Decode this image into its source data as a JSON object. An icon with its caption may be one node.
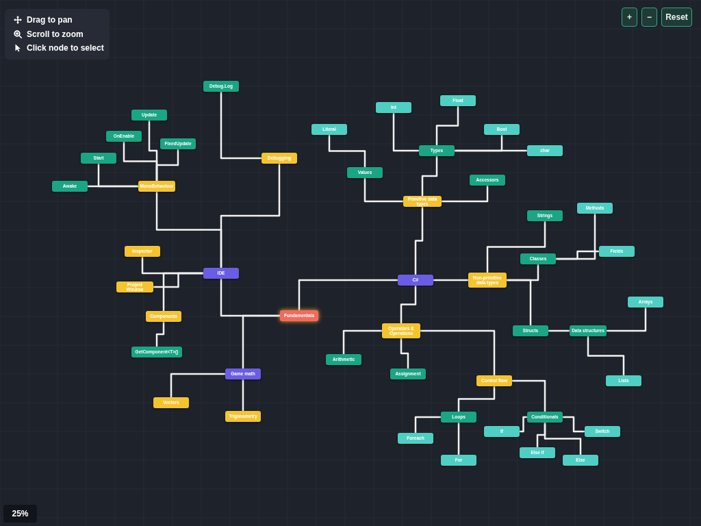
{
  "diagram": {
    "nodes": [
      {
        "text": [
          "Fundamentals"
        ]
      },
      {
        "text": [
          "IDE"
        ]
      },
      {
        "text": [
          "Inspector"
        ]
      },
      {
        "text": [
          "Project Window"
        ]
      },
      {
        "text": [
          "Components"
        ]
      },
      {
        "text": [
          "GetComponent<T>()"
        ]
      },
      {
        "text": [
          "MonoBehaviour"
        ]
      },
      {
        "text": [
          "Awake"
        ]
      },
      {
        "text": [
          "Start"
        ]
      },
      {
        "text": [
          "OnEnable"
        ]
      },
      {
        "text": [
          "Update"
        ]
      },
      {
        "text": [
          "FixedUpdate"
        ]
      },
      {
        "text": [
          "Debugging"
        ]
      },
      {
        "text": [
          "Debug.Log"
        ]
      },
      {
        "text": [
          "Game math"
        ]
      },
      {
        "text": [
          "Vectors"
        ]
      },
      {
        "text": [
          "Trigonometry"
        ]
      },
      {
        "text": [
          "C#"
        ]
      },
      {
        "text": [
          "Primitive data types"
        ]
      },
      {
        "text": [
          "Values"
        ]
      },
      {
        "text": [
          "Literal"
        ]
      },
      {
        "text": [
          "Types"
        ]
      },
      {
        "text": [
          "Int"
        ]
      },
      {
        "text": [
          "Float"
        ]
      },
      {
        "text": [
          "Bool"
        ]
      },
      {
        "text": [
          "char"
        ]
      },
      {
        "text": [
          "Accessors"
        ]
      },
      {
        "text": [
          "Non-primitive data types"
        ]
      },
      {
        "text": [
          "Strings"
        ]
      },
      {
        "text": [
          "Classes"
        ]
      },
      {
        "text": [
          "Methods"
        ]
      },
      {
        "text": [
          "Fields"
        ]
      },
      {
        "text": [
          "Structs"
        ]
      },
      {
        "text": [
          "Data structures"
        ]
      },
      {
        "text": [
          "Arrays"
        ]
      },
      {
        "text": [
          "Lists"
        ]
      },
      {
        "text": [
          "Operators & Operations"
        ]
      },
      {
        "text": [
          "Arithmetic"
        ]
      },
      {
        "text": [
          "Assignment"
        ]
      },
      {
        "text": [
          "Control flow"
        ]
      },
      {
        "text": [
          "Loops"
        ]
      },
      {
        "text": [
          "Foreach"
        ]
      },
      {
        "text": [
          "For"
        ]
      },
      {
        "text": [
          "Conditionals"
        ]
      },
      {
        "text": [
          "If"
        ]
      },
      {
        "text": [
          "Switch"
        ]
      },
      {
        "text": [
          "Else if"
        ]
      },
      {
        "text": [
          "Else"
        ]
      }
    ],
    "edges": [
      {
        "from": 17,
        "to": 0,
        "arrow": "none"
      },
      {
        "from": 0,
        "to": 1,
        "arrow": "none"
      },
      {
        "from": 0,
        "to": 14,
        "arrow": "none"
      },
      {
        "from": 1,
        "to": 2,
        "arrow": "none"
      },
      {
        "from": 1,
        "to": 3,
        "arrow": "none"
      },
      {
        "from": 1,
        "to": 4,
        "arrow": "none"
      },
      {
        "from": 1,
        "to": 6,
        "arrow": "none"
      },
      {
        "from": 1,
        "to": 12,
        "arrow": "none"
      },
      {
        "from": 4,
        "to": 5,
        "arrow": "none"
      },
      {
        "from": 6,
        "to": 7,
        "arrow": "none"
      },
      {
        "from": 6,
        "to": 8,
        "arrow": "none"
      },
      {
        "from": 6,
        "to": 9,
        "arrow": "none"
      },
      {
        "from": 6,
        "to": 10,
        "arrow": "none"
      },
      {
        "from": 6,
        "to": 11,
        "arrow": "none"
      },
      {
        "from": 12,
        "to": 13,
        "arrow": "none"
      },
      {
        "from": 14,
        "to": 15,
        "arrow": "none"
      },
      {
        "from": 14,
        "to": 16,
        "arrow": "none"
      },
      {
        "from": 17,
        "to": 18,
        "arrow": "none"
      },
      {
        "from": 18,
        "to": 19,
        "arrow": "none"
      },
      {
        "from": 19,
        "to": 20,
        "arrow": "none"
      },
      {
        "from": 18,
        "to": 21,
        "arrow": "none"
      },
      {
        "from": 21,
        "to": 22,
        "arrow": "none"
      },
      {
        "from": 21,
        "to": 23,
        "arrow": "none"
      },
      {
        "from": 21,
        "to": 24,
        "arrow": "none"
      },
      {
        "from": 21,
        "to": 25,
        "arrow": "none"
      },
      {
        "from": 18,
        "to": 26,
        "arrow": "none"
      },
      {
        "from": 17,
        "to": 27,
        "arrow": "none"
      },
      {
        "from": 27,
        "to": 28,
        "arrow": "none"
      },
      {
        "from": 27,
        "to": 29,
        "arrow": "none"
      },
      {
        "from": 29,
        "to": 30,
        "arrow": "none"
      },
      {
        "from": 29,
        "to": 31,
        "arrow": "none"
      },
      {
        "from": 27,
        "to": 32,
        "arrow": "none"
      },
      {
        "from": 32,
        "to": 33,
        "arrow": "none"
      },
      {
        "from": 33,
        "to": 34,
        "arrow": "none"
      },
      {
        "from": 33,
        "to": 35,
        "arrow": "none"
      },
      {
        "from": 17,
        "to": 36,
        "arrow": "none"
      },
      {
        "from": 36,
        "to": 37,
        "arrow": "none"
      },
      {
        "from": 36,
        "to": 38,
        "arrow": "none"
      },
      {
        "from": 36,
        "to": 39,
        "arrow": "none"
      },
      {
        "from": 39,
        "to": 40,
        "arrow": "none"
      },
      {
        "from": 39,
        "to": 43,
        "arrow": "none"
      },
      {
        "from": 40,
        "to": 41,
        "arrow": "none"
      },
      {
        "from": 40,
        "to": 42,
        "arrow": "none"
      },
      {
        "from": 43,
        "to": 44,
        "arrow": "none"
      },
      {
        "from": 43,
        "to": 45,
        "arrow": "none"
      },
      {
        "from": 43,
        "to": 46,
        "arrow": "none"
      },
      {
        "from": 43,
        "to": 47,
        "arrow": "none"
      }
    ],
    "labels": [
      "Drag to pan",
      "Scroll to zoom",
      "Click node to select",
      "+",
      "−",
      "Reset",
      "25%"
    ]
  }
}
